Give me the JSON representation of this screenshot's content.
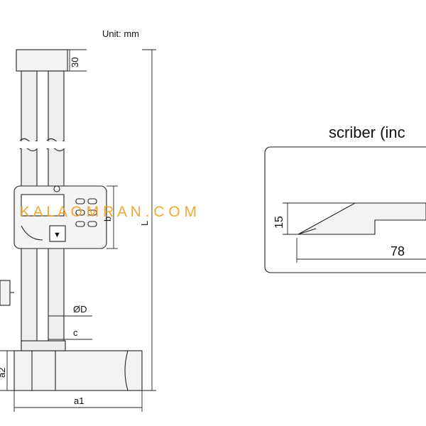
{
  "drawing": {
    "unit_label": "Unit: mm",
    "dims": {
      "top_block": "30",
      "height_L": "L",
      "height_b": "b",
      "diameter_D": "ØD",
      "offset_c": "c",
      "base_a1": "a1",
      "base_a2": "a2"
    },
    "display_glyph": "▼"
  },
  "scriber": {
    "title": "scriber (inc",
    "dim_thickness": "15",
    "dim_length": "78"
  },
  "watermark": {
    "text": "K A L A O M R A N . C O M",
    "color": "#f0a020"
  }
}
